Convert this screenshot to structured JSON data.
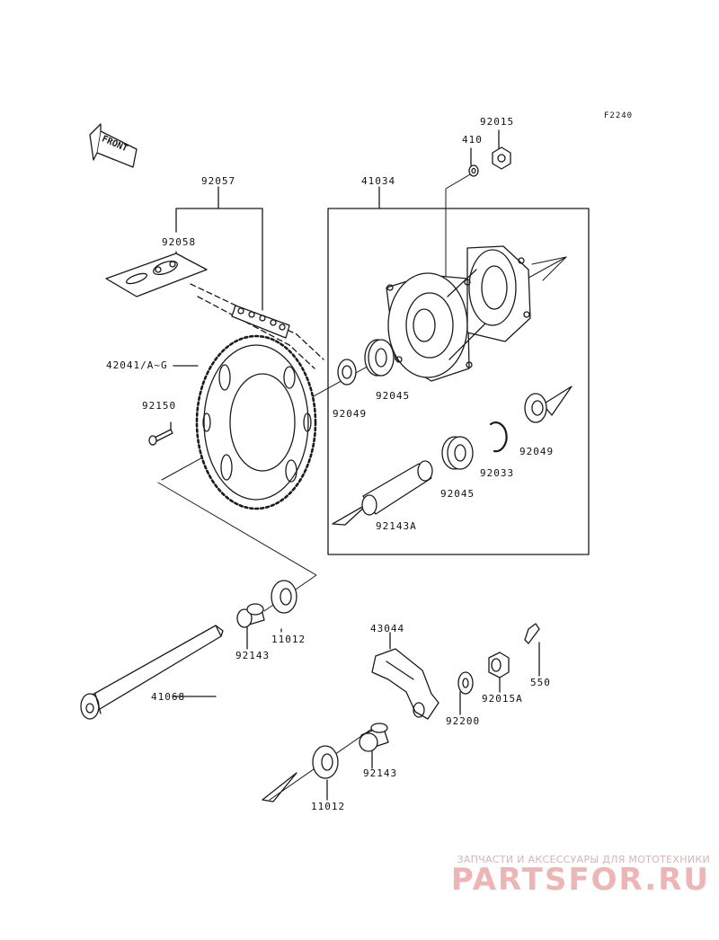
{
  "figure_code": "F2240",
  "front_label": "FRONT",
  "parts": {
    "p92015": "92015",
    "p410": "410",
    "p41034": "41034",
    "p92057": "92057",
    "p92058": "92058",
    "p42041": "42041/A~G",
    "p92150": "92150",
    "p92049_a": "92049",
    "p92045_a": "92045",
    "p92049_b": "92049",
    "p92033": "92033",
    "p92045_b": "92045",
    "p92143A": "92143A",
    "p92143_a": "92143",
    "p11012_a": "11012",
    "p41068": "41068",
    "p43044": "43044",
    "p550": "550",
    "p92015A": "92015A",
    "p92200": "92200",
    "p92143_b": "92143",
    "p11012_b": "11012"
  },
  "watermark": {
    "tagline": "ЗАПЧАСТИ И АКСЕССУАРЫ ДЛЯ МОТОТЕХНИКИ",
    "brand": "PARTSFOR.RU",
    "color": "#e8a0a0"
  }
}
